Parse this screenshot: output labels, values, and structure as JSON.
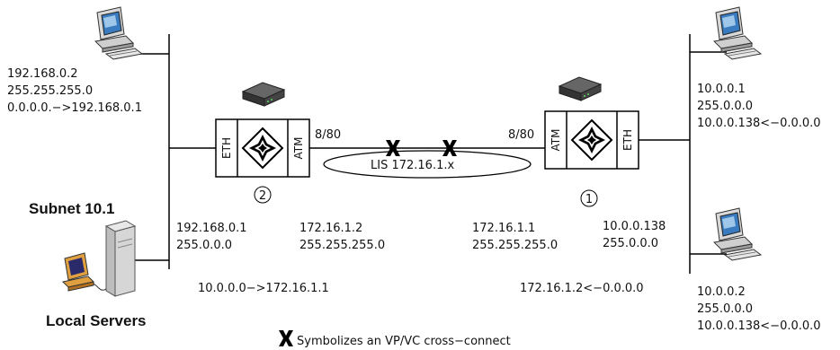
{
  "left_host": {
    "ip": "192.168.0.2",
    "mask": "255.255.255.0",
    "route": "0.0.0.0.−>192.168.0.1"
  },
  "subnet_label": "Subnet 10.1",
  "local_servers_label": "Local Servers",
  "router2": {
    "eth_label": "ETH",
    "atm_label": "ATM",
    "circle_label": "2",
    "eth_ip": "192.168.0.1",
    "eth_mask": "255.0.0.0",
    "atm_ip": "172.16.1.2",
    "atm_mask": "255.255.255.0",
    "route": "10.0.0.0−>172.16.1.1",
    "vpvc": "8/80"
  },
  "router1": {
    "eth_label": "ETH",
    "atm_label": "ATM",
    "circle_label": "1",
    "eth_ip": "10.0.0.138",
    "eth_mask": "255.0.0.0",
    "atm_ip": "172.16.1.1",
    "atm_mask": "255.255.255.0",
    "route": "172.16.1.2<−0.0.0.0",
    "vpvc": "8/80"
  },
  "lis_label": "LIS 172.16.1.x",
  "right_host_top": {
    "ip": "10.0.0.1",
    "mask": "255.0.0.0",
    "route": "10.0.0.138<−0.0.0.0"
  },
  "right_host_bottom": {
    "ip": "10.0.0.2",
    "mask": "255.0.0.0",
    "route": "10.0.0.138<−0.0.0.0"
  },
  "legend": {
    "symbol": "X",
    "text": "Symbolizes an VP/VC cross−connect"
  }
}
